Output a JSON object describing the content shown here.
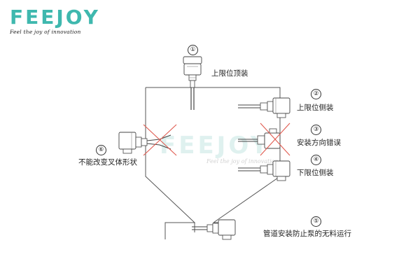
{
  "brand": {
    "logo": "FEEJOY",
    "tagline": "Feel the joy of innovation"
  },
  "watermark": {
    "logo": "FEEJOY",
    "tagline": "Feel the joy of innovation"
  },
  "positions": [
    {
      "number": "①",
      "label": "上限位顶装",
      "status": "correct"
    },
    {
      "number": "②",
      "label": "上限位侧装",
      "status": "correct"
    },
    {
      "number": "③",
      "label": "安装方向错误",
      "status": "wrong"
    },
    {
      "number": "④",
      "label": "下限位侧装",
      "status": "correct"
    },
    {
      "number": "⑤",
      "label": "管道安装防止泵的无料运行",
      "status": "correct"
    },
    {
      "number": "⑥",
      "label": "不能改变叉体形状",
      "status": "wrong"
    }
  ],
  "colors": {
    "brand": "#3fb8ae",
    "line": "#555555",
    "cross": "#e05a4f"
  }
}
